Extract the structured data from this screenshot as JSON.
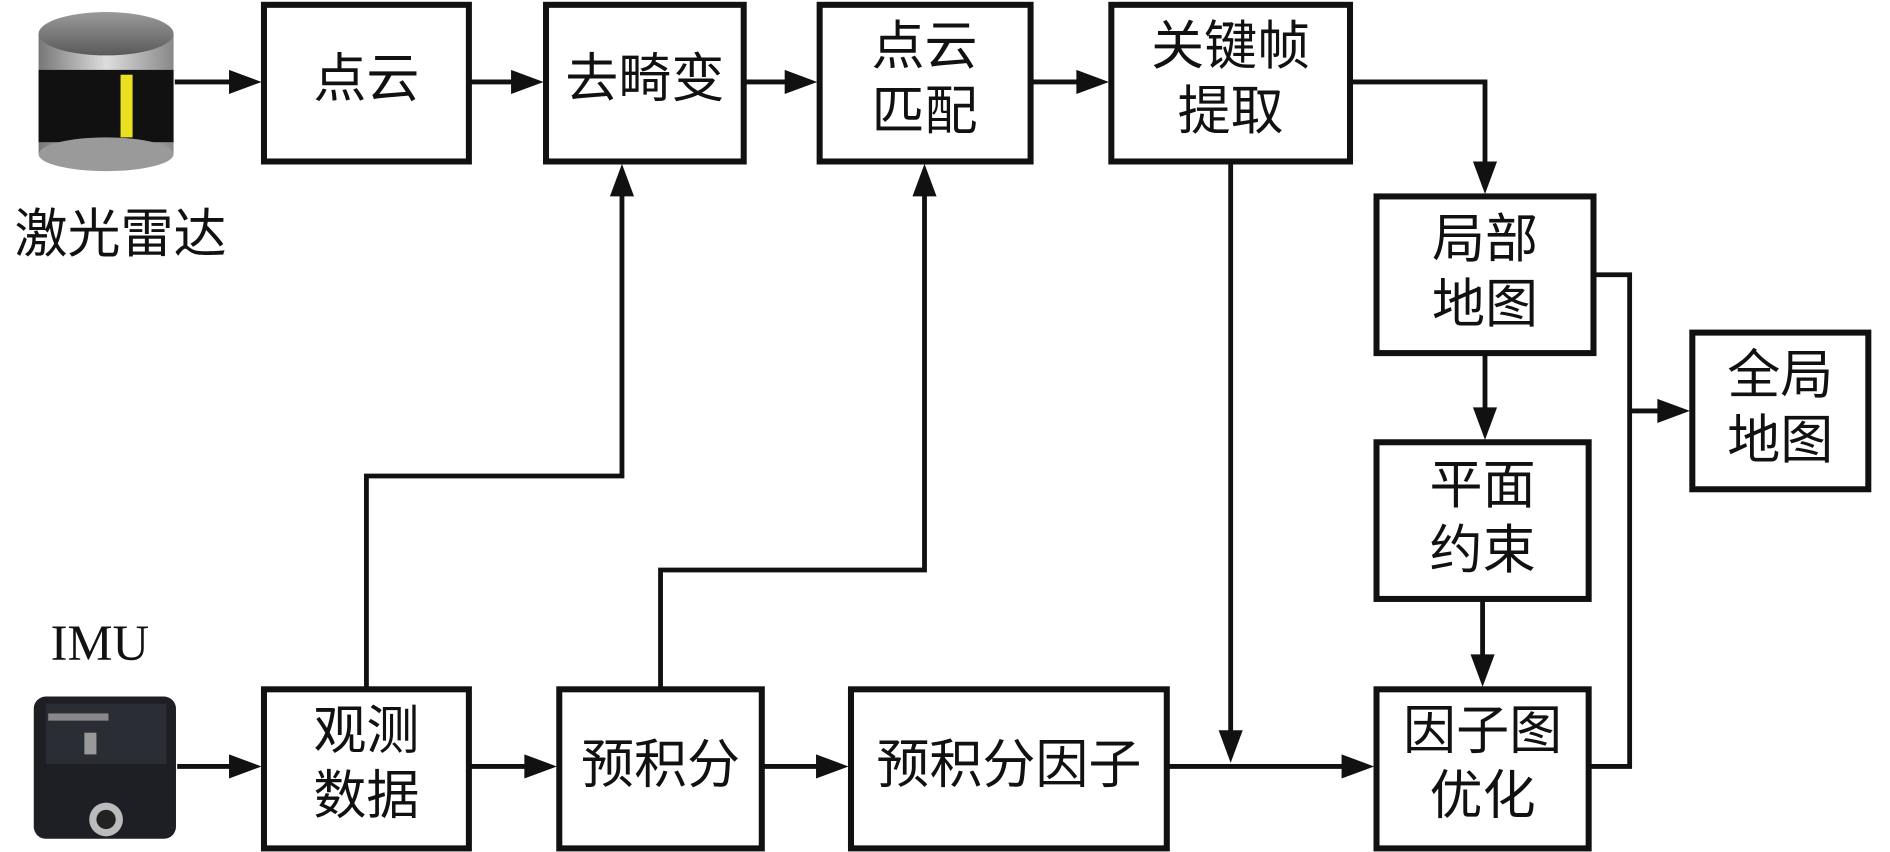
{
  "diagram": {
    "sensors": {
      "lidar_label": "激光雷达",
      "imu_label": "IMU"
    },
    "nodes": {
      "point_cloud": [
        "点云"
      ],
      "deskew": [
        "去畸变"
      ],
      "scan_matching": [
        "点云",
        "匹配"
      ],
      "keyframe": [
        "关键帧",
        "提取"
      ],
      "local_map": [
        "局部",
        "地图"
      ],
      "global_map": [
        "全局",
        "地图"
      ],
      "plane_constraint": [
        "平面",
        "约束"
      ],
      "factor_graph": [
        "因子图",
        "优化"
      ],
      "observation": [
        "观测",
        "数据"
      ],
      "preintegration": [
        "预积分"
      ],
      "preint_factor": [
        "预积分因子"
      ]
    },
    "colors": {
      "stroke": "#111111",
      "lidar_band": "#e8e020"
    }
  }
}
